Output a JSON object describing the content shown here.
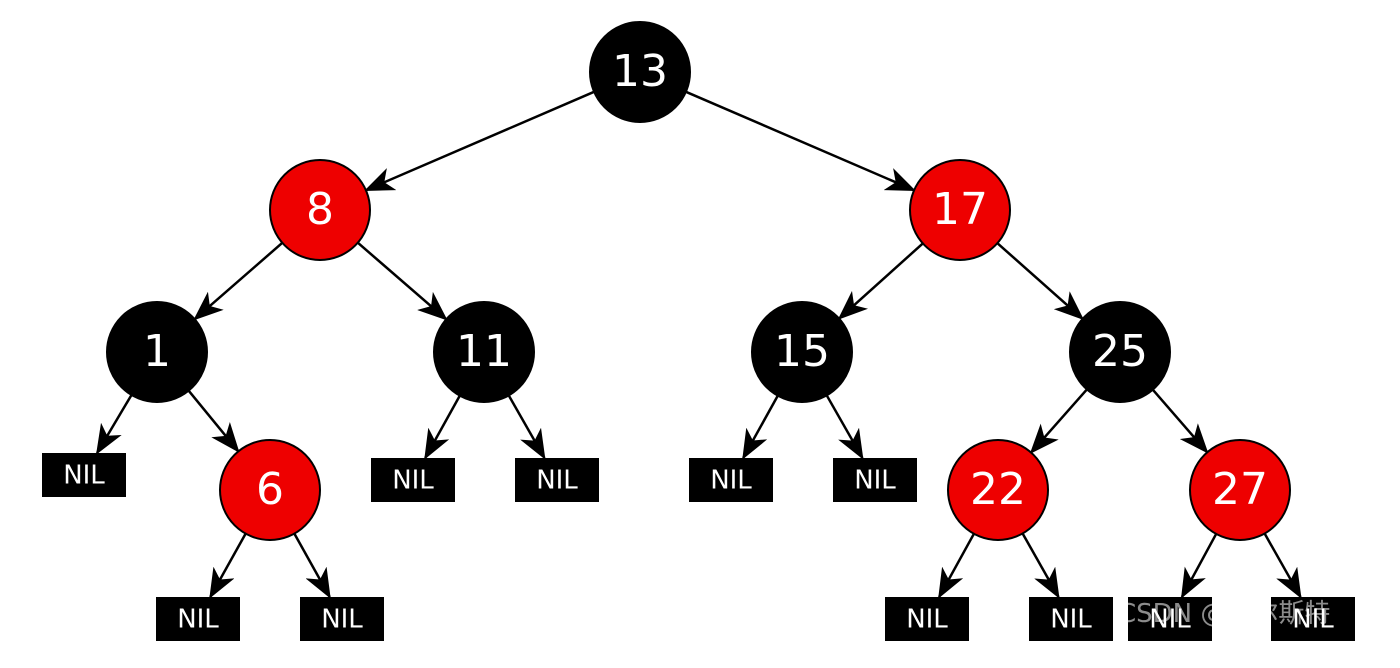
{
  "colors": {
    "black_node": "#000000",
    "red_node": "#ee0000",
    "node_text": "#ffffff",
    "edge": "#000000",
    "nil_box": "#000000"
  },
  "tree": {
    "nodes": [
      {
        "id": "n13",
        "label": "13",
        "color": "black"
      },
      {
        "id": "n8",
        "label": "8",
        "color": "red"
      },
      {
        "id": "n17",
        "label": "17",
        "color": "red"
      },
      {
        "id": "n1",
        "label": "1",
        "color": "black"
      },
      {
        "id": "n11",
        "label": "11",
        "color": "black"
      },
      {
        "id": "n15",
        "label": "15",
        "color": "black"
      },
      {
        "id": "n25",
        "label": "25",
        "color": "black"
      },
      {
        "id": "n6",
        "label": "6",
        "color": "red"
      },
      {
        "id": "n22",
        "label": "22",
        "color": "red"
      },
      {
        "id": "n27",
        "label": "27",
        "color": "red"
      }
    ],
    "nil_label": "NIL",
    "edges": [
      [
        "n13",
        "n8"
      ],
      [
        "n13",
        "n17"
      ],
      [
        "n8",
        "n1"
      ],
      [
        "n8",
        "n11"
      ],
      [
        "n17",
        "n15"
      ],
      [
        "n17",
        "n25"
      ],
      [
        "n1",
        "nil-1-left"
      ],
      [
        "n1",
        "n6"
      ],
      [
        "n11",
        "nil-11-left"
      ],
      [
        "n11",
        "nil-11-right"
      ],
      [
        "n15",
        "nil-15-left"
      ],
      [
        "n15",
        "nil-15-right"
      ],
      [
        "n25",
        "n22"
      ],
      [
        "n25",
        "n27"
      ],
      [
        "n6",
        "nil-6-left"
      ],
      [
        "n6",
        "nil-6-right"
      ],
      [
        "n22",
        "nil-22-left"
      ],
      [
        "n22",
        "nil-22-right"
      ],
      [
        "n27",
        "nil-27-left"
      ],
      [
        "n27",
        "nil-27-right"
      ]
    ]
  },
  "watermark": "CSDN @步尔斯特"
}
